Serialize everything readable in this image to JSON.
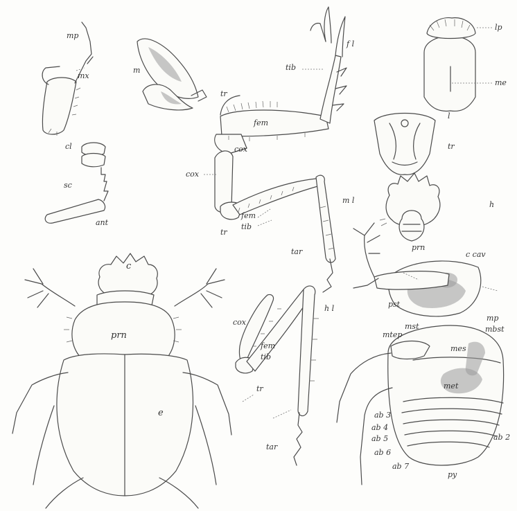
{
  "labels": {
    "mp": "mp",
    "mx": "mx",
    "m": "m",
    "tr_foreleg": "tr",
    "tib_foreleg": "tib",
    "fl": "f l",
    "fem_foreleg": "fem",
    "cox_foreleg": "cox",
    "lp": "lp",
    "me": "me",
    "l": "l",
    "tr_labrum": "tr",
    "h": "h",
    "cl": "cl",
    "sc": "sc",
    "ant": "ant",
    "cox_midleg": "cox",
    "fem_midleg": "fem",
    "tib_midleg": "tib",
    "tr_midleg": "tr",
    "ml": "m l",
    "tar_midleg": "tar",
    "c": "c",
    "prn": "prn",
    "e": "e",
    "cox_hindleg": "cox",
    "hl": "h l",
    "fem_hindleg": "fem",
    "tib_hindleg": "tib",
    "tr_hindleg": "tr",
    "tar_hindleg": "tar",
    "prn_ventral": "prn",
    "ccav": "c cav",
    "pst": "pst",
    "mst": "mst",
    "mp_ventral": "mp",
    "mbst": "mbst",
    "mtep": "mtep",
    "mes": "mes",
    "met": "met",
    "ab3": "ab 3",
    "ab4": "ab 4",
    "ab5": "ab 5",
    "ab6": "ab 6",
    "ab7": "ab 7",
    "ab2": "ab 2",
    "py": "py"
  }
}
